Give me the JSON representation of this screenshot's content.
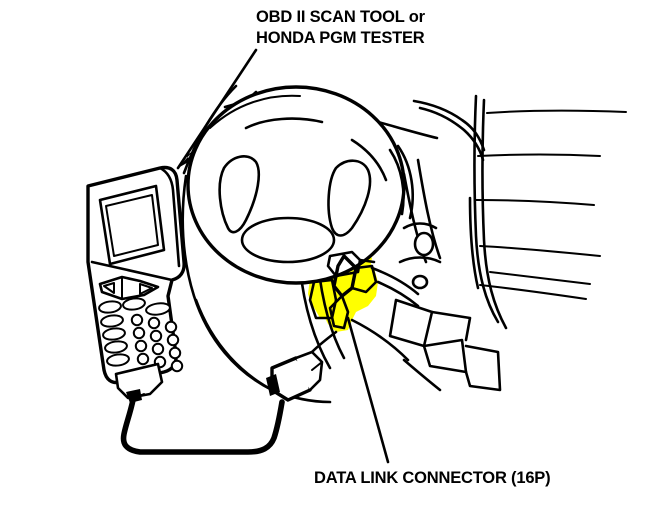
{
  "figure": {
    "title_top": "OBD II SCAN TOOL or",
    "title_top_line2": "HONDA PGM TESTER",
    "title_bottom": "DATA LINK CONNECTOR (16P)",
    "background_color": "#FFFFFF",
    "line_color": "#000000",
    "highlight_color": "#FFFF00"
  },
  "callouts": [
    {
      "name": "scan-tool-callout",
      "line1": "OBD II SCAN TOOL or",
      "line2": "HONDA PGM TESTER",
      "has_arrowhead": true,
      "points_to": "scan-tool"
    },
    {
      "name": "data-link-connector-callout",
      "line1": "DATA LINK CONNECTOR (16P)",
      "has_arrowhead": false,
      "points_to": "data-link-connector"
    }
  ],
  "parts": [
    {
      "name": "scan-tool",
      "description": "handheld OBD II scan tool"
    },
    {
      "name": "scan-tool-screen",
      "description": "LCD display"
    },
    {
      "name": "scan-tool-keypad",
      "description": "button keypad"
    },
    {
      "name": "scan-tool-cable",
      "description": "connector cable"
    },
    {
      "name": "obd-plug",
      "description": "OBD II plug on cable end"
    },
    {
      "name": "data-link-connector",
      "description": "16P data link connector under dash",
      "highlighted": true
    },
    {
      "name": "steering-wheel",
      "description": "steering wheel"
    },
    {
      "name": "steering-column",
      "description": "steering column"
    },
    {
      "name": "dashboard",
      "description": "instrument panel and door trim"
    }
  ]
}
